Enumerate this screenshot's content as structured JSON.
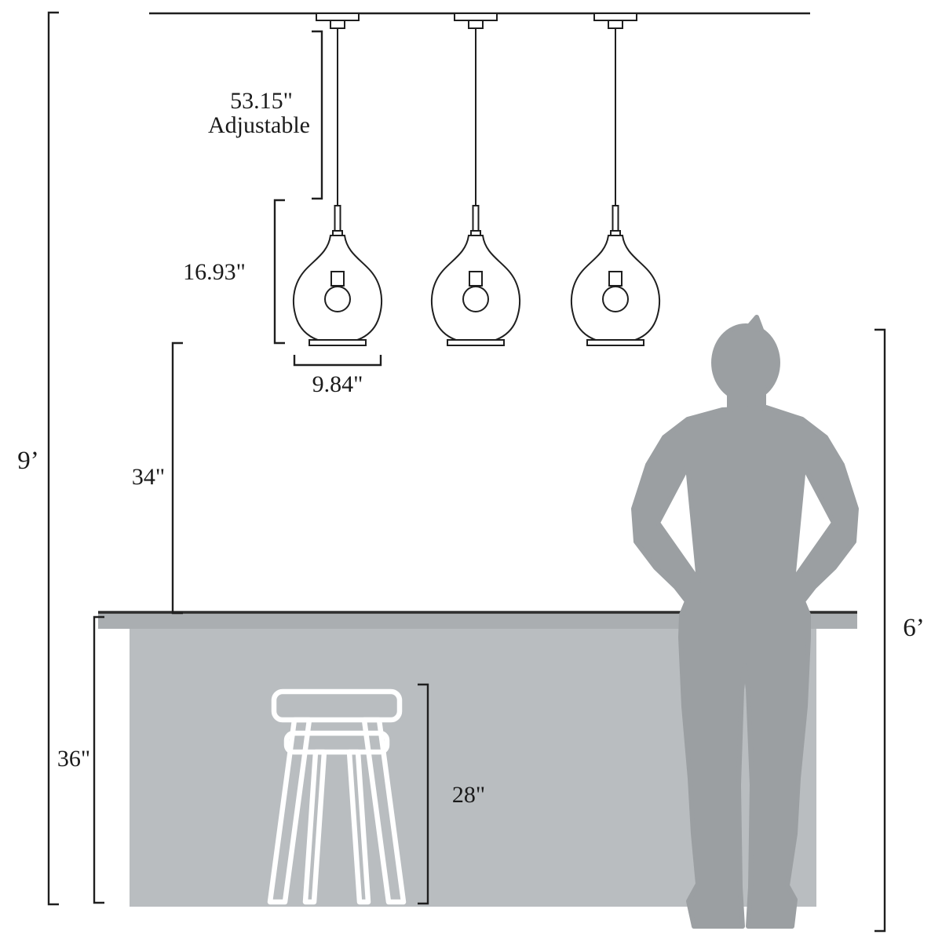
{
  "diagram": {
    "title": "pendant-light-dimension-diagram",
    "labels": {
      "cord_length": "53.15\"",
      "cord_note": "Adjustable",
      "fixture_height": "16.93\"",
      "fixture_width": "9.84\"",
      "ceiling_height": "9’",
      "pendant_clearance": "34\"",
      "counter_height": "36\"",
      "stool_height": "28\"",
      "person_height": "6’"
    },
    "colors": {
      "line": "#1f1f1f",
      "silhouette": "#9b9fa2",
      "counter_body": "#b9bdc0",
      "counter_top": "#aaaeb1",
      "counter_edge": "#2e2e2e",
      "stool_outline": "#ffffff"
    },
    "fixture_count": 3
  }
}
